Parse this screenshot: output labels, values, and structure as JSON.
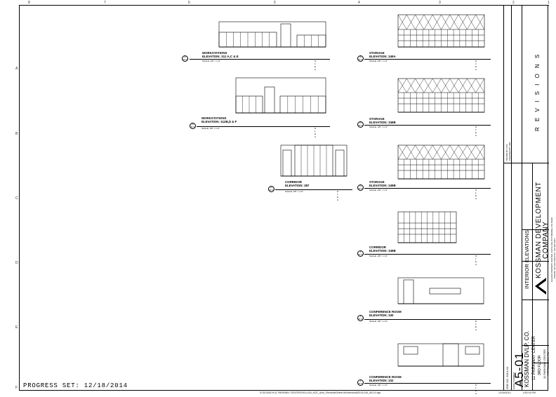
{
  "progress_set": "PROGRESS SET: 12/18/2014",
  "footer": {
    "filepath": "S:\\2014\\KDV\\11 PARKWAY CENTER\\2014-034_KDC_Arch_Remodel\\Sheet Architectural\\2014-034_A5-01.dgn",
    "date": "12/18/2014",
    "time": "4:52:43 PM"
  },
  "grid": {
    "columns": [
      "8",
      "7",
      "6",
      "5",
      "4",
      "3",
      "2",
      "1"
    ],
    "rows": [
      "A",
      "B",
      "C",
      "D",
      "E",
      "F"
    ]
  },
  "elevations": [
    {
      "id": "ws1",
      "bubble_num": "21",
      "bubble_sheet": "A5-01",
      "title_1": "WORKSTATIONS",
      "title_2": "ELEVATION: 312 A,C & E",
      "scale": "SCALE: 1/8\" = 1'-0\""
    },
    {
      "id": "ws2",
      "bubble_num": "16",
      "bubble_sheet": "A5-01",
      "title_1": "WORKSTATIONS",
      "title_2": "ELEVATION: 312B,D & F",
      "scale": "SCALE: 1/8\" = 1'-0\""
    },
    {
      "id": "cor1",
      "bubble_num": "11",
      "bubble_sheet": "A5-01",
      "title_1": "CORRIDOR",
      "title_2": "ELEVATION: 387",
      "scale": "SCALE: 1/8\" = 1'-0\""
    },
    {
      "id": "st1",
      "bubble_num": "20",
      "bubble_sheet": "A5-01",
      "title_1": "STORAGE",
      "title_2": "ELEVATION: 349A",
      "scale": "SCALE: 1/8\" = 1'-0\""
    },
    {
      "id": "st2",
      "bubble_num": "15",
      "bubble_sheet": "A5-01",
      "title_1": "STORAGE",
      "title_2": "ELEVATION: 349B",
      "scale": "SCALE: 1/8\" = 1'-0\""
    },
    {
      "id": "st3",
      "bubble_num": "10",
      "bubble_sheet": "A5-01",
      "title_1": "STORAGE",
      "title_2": "ELEVATION: 349B",
      "scale": "SCALE: 1/8\" = 1'-0\""
    },
    {
      "id": "cor2",
      "bubble_num": "5",
      "bubble_sheet": "A5-01",
      "title_1": "CORRIDOR",
      "title_2": "ELEVATION: 349B",
      "scale": "SCALE: 1/8\" = 1'-0\""
    },
    {
      "id": "conf1",
      "bubble_num": "4",
      "bubble_sheet": "A5-01",
      "title_1": "CONFERENCE ROOM",
      "title_2": "ELEVATION: 330",
      "scale": "SCALE: 1/8\" = 1'-0\""
    },
    {
      "id": "conf2",
      "bubble_num": "3",
      "bubble_sheet": "A5-01",
      "title_1": "CONFERENCE ROOM",
      "title_2": "ELEVATION: 332",
      "scale": "SCALE: 1/8\" = 1'-0\""
    }
  ],
  "north_label": "N 1 E A",
  "title_block": {
    "revisions": "R E V I S I O N S",
    "sheet_title": "INTERIOR ELEVATIONS",
    "company_1": "KOSSMAN DEVELOPMENT",
    "company_2": "COMPANY",
    "company_address": "ELEVEN PARKWAY CENTER, SUITE 300, PITTSBURGH, PA 15220",
    "company_phone": "PHONE: 412.921.6100   FAX: 412.921.0913",
    "client": "KOSSMAN DVLP. CO.",
    "project_1": "11 PARKWAY CENTER",
    "project_2": "3RD FLOOR",
    "project_3": "11 PARKWAY CENTER",
    "project_4": "PITTSBURGH, PA",
    "job_no": "JOB NO. 2014-34",
    "sheet_label": "SHEET NUMBER",
    "sheet_number": "A5-01",
    "drawn_by": "DRAWN BY: RZS",
    "checked_by": "CHECKED BY: SDL"
  }
}
